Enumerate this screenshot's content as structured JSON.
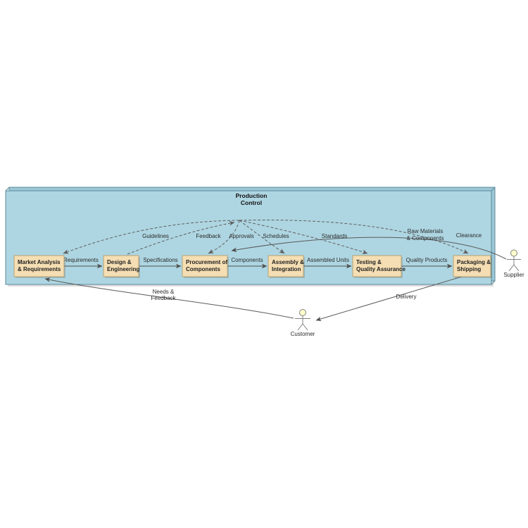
{
  "diagram": {
    "container": {
      "title_line1": "Production",
      "title_line2": "Control",
      "fill": "#aed6e2",
      "back_fill": "#9cc7d6",
      "stroke": "#5b8a99"
    },
    "node_style": {
      "fill": "#f5deb3",
      "stroke": "#b5a273"
    },
    "nodes": [
      {
        "id": "market-analysis",
        "line1": "Market Analysis",
        "line2": "& Requirements"
      },
      {
        "id": "design-engineering",
        "line1": "Design &",
        "line2": "Engineering"
      },
      {
        "id": "procurement",
        "line1": "Procurement of",
        "line2": "Components"
      },
      {
        "id": "assembly",
        "line1": "Assembly &",
        "line2": "Integration"
      },
      {
        "id": "testing",
        "line1": "Testing &",
        "line2": "Quality Assurance"
      },
      {
        "id": "packaging",
        "line1": "Packaging &",
        "line2": "Shipping"
      }
    ],
    "flow_labels": [
      "Requirements",
      "Specifications",
      "Components",
      "Assembled Units",
      "Quality Products"
    ],
    "control_labels": [
      "Guidelines",
      "Feedback",
      "Approvals",
      "Schedules",
      "Standards",
      "Clearance"
    ],
    "external_edges": {
      "raw_materials_line1": "Raw Materials",
      "raw_materials_line2": "& Components",
      "delivery": "Delivery",
      "needs_line1": "Needs &",
      "needs_line2": "Feedback"
    },
    "actors": {
      "supplier": "Supplier",
      "customer": "Customer"
    },
    "colors": {
      "line_solid": "#4d4d4d",
      "line_dashed": "#5f5f5f",
      "actor_head": "#ffffcc"
    }
  }
}
